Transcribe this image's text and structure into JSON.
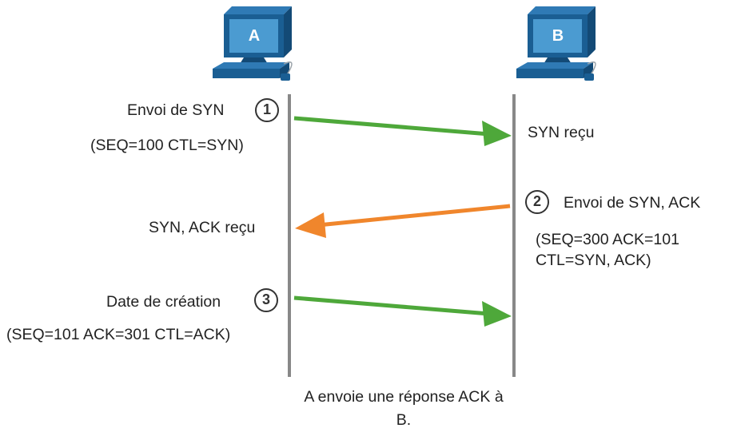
{
  "hosts": {
    "a": {
      "label": "A"
    },
    "b": {
      "label": "B"
    }
  },
  "steps": {
    "one": {
      "number": "1",
      "label": "Envoi de SYN",
      "detail": "(SEQ=100 CTL=SYN)",
      "received": "SYN reçu"
    },
    "two": {
      "number": "2",
      "label": "Envoi de SYN, ACK",
      "detail_line1": "(SEQ=300 ACK=101",
      "detail_line2": "CTL=SYN, ACK)",
      "received": "SYN, ACK reçu"
    },
    "three": {
      "number": "3",
      "label": "Date de création",
      "detail": "(SEQ=101 ACK=301 CTL=ACK)"
    }
  },
  "caption": {
    "line1": "A envoie une réponse ACK à",
    "line2": "B."
  },
  "colors": {
    "timeline": "#888888",
    "arrow_green": "#4ea83a",
    "arrow_orange": "#f0862c",
    "monitor_body": "#1a5e93",
    "monitor_screen": "#4b9bd1",
    "keyboard": "#1a5e93"
  }
}
